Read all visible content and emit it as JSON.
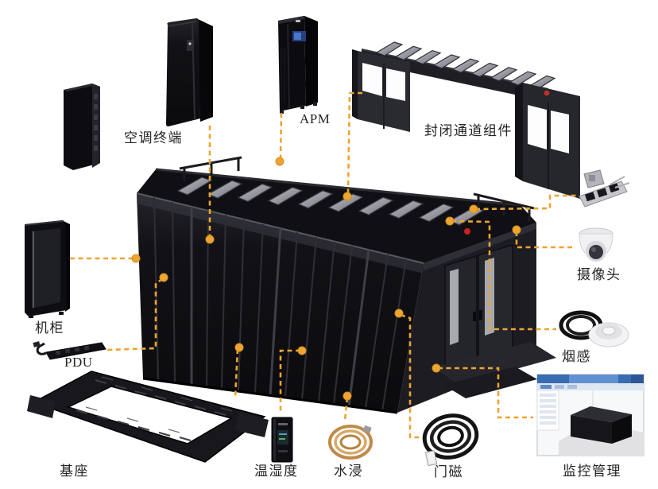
{
  "diagram": {
    "background": "#ffffff",
    "accent_color": "#ECA433",
    "label_color": "#252525",
    "labels": {
      "ac_terminal": "空调终端",
      "apm": "APM",
      "aisle": "封闭通道组件",
      "rack": "机柜",
      "pdu": "PDU",
      "base": "基座",
      "temp_humidity": "温湿度",
      "water_leak": "水浸",
      "door_magnet": "门磁",
      "monitoring": "监控管理",
      "camera": "摄像头",
      "smoke": "烟感"
    }
  }
}
